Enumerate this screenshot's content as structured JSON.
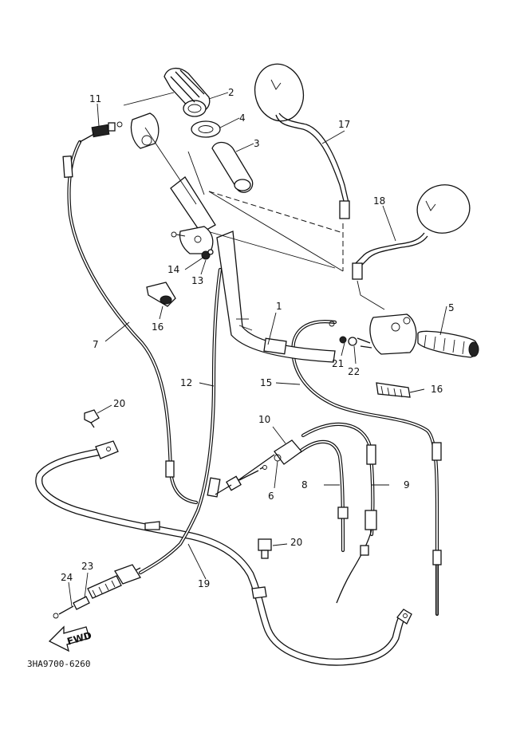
{
  "diagram": {
    "code": "3HA9700-6260",
    "fwd_label": "FWD",
    "callouts": [
      {
        "id": "c1",
        "label": "1"
      },
      {
        "id": "c2",
        "label": "2"
      },
      {
        "id": "c3",
        "label": "3"
      },
      {
        "id": "c4",
        "label": "4"
      },
      {
        "id": "c5",
        "label": "5"
      },
      {
        "id": "c6",
        "label": "6"
      },
      {
        "id": "c7",
        "label": "7"
      },
      {
        "id": "c8",
        "label": "8"
      },
      {
        "id": "c9",
        "label": "9"
      },
      {
        "id": "c10",
        "label": "10"
      },
      {
        "id": "c11",
        "label": "11"
      },
      {
        "id": "c12",
        "label": "12"
      },
      {
        "id": "c13",
        "label": "13"
      },
      {
        "id": "c14",
        "label": "14"
      },
      {
        "id": "c15",
        "label": "15"
      },
      {
        "id": "c16a",
        "label": "16"
      },
      {
        "id": "c16b",
        "label": "16"
      },
      {
        "id": "c17",
        "label": "17"
      },
      {
        "id": "c18",
        "label": "18"
      },
      {
        "id": "c19",
        "label": "19"
      },
      {
        "id": "c20a",
        "label": "20"
      },
      {
        "id": "c20b",
        "label": "20"
      },
      {
        "id": "c21",
        "label": "21"
      },
      {
        "id": "c22",
        "label": "22"
      },
      {
        "id": "c23",
        "label": "23"
      },
      {
        "id": "c24",
        "label": "24"
      }
    ]
  }
}
